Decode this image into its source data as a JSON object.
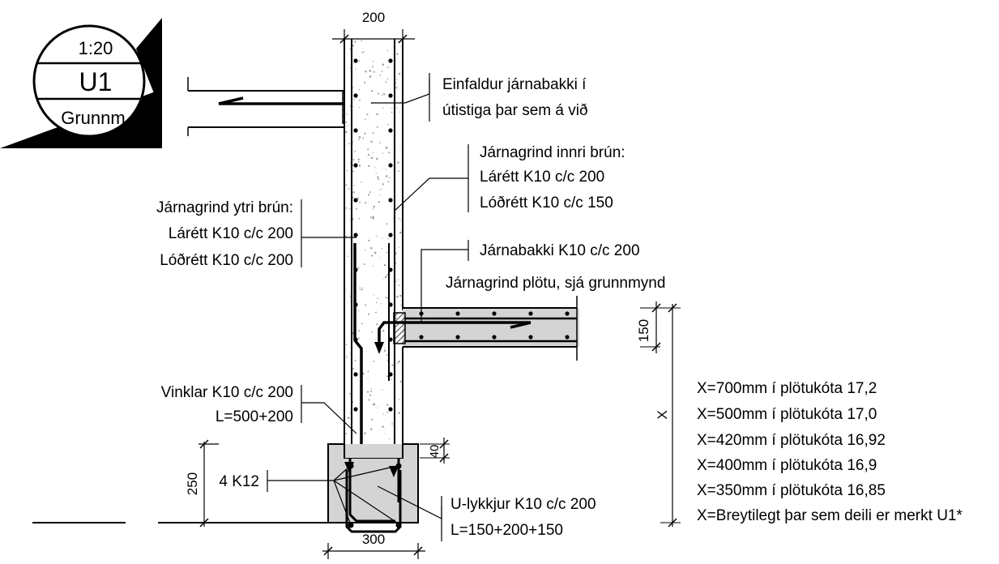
{
  "title_block": {
    "scale": "1:20",
    "detail_id": "U1",
    "view": "Grunnm."
  },
  "dimensions": {
    "wall_width": "200",
    "footing_width": "300",
    "footing_height": "250",
    "slab_thickness": "150",
    "cover": "40",
    "x_label": "X"
  },
  "annotations": {
    "stair_anchor": [
      "Einfaldur járnabakki í",
      "útistiga þar sem á við"
    ],
    "inner_mesh": [
      "Járnagrind innri brún:",
      "Lárétt K10 c/c 200",
      "Lóðrétt K10 c/c 150"
    ],
    "outer_mesh": [
      "Járnagrind ytri brún:",
      "Lárétt K10 c/c 200",
      "Lóðrétt K10 c/c 200"
    ],
    "slab_anchor": "Járnabakki K10 c/c 200",
    "slab_mesh": "Járnagrind plötu, sjá grunnmynd",
    "stirrups": [
      "Vinklar K10 c/c 200",
      "L=500+200"
    ],
    "footing_bars": "4 K12",
    "u_bars": [
      "U-lykkjur K10 c/c 200",
      "L=150+200+150"
    ]
  },
  "x_values": [
    "X=700mm í plötukóta 17,2",
    "X=500mm í plötukóta 17,0",
    "X=420mm í plötukóta 16,92",
    "X=400mm í plötukóta 16,9",
    "X=350mm í plötukóta 16,85",
    "X=Breytilegt þar sem deili er merkt  U1*"
  ],
  "colors": {
    "line": "#000000",
    "concrete_stipple": "#9a9a9a",
    "footing_fill": "#d4d4d4",
    "slab_fill": "#d4d4d4"
  }
}
